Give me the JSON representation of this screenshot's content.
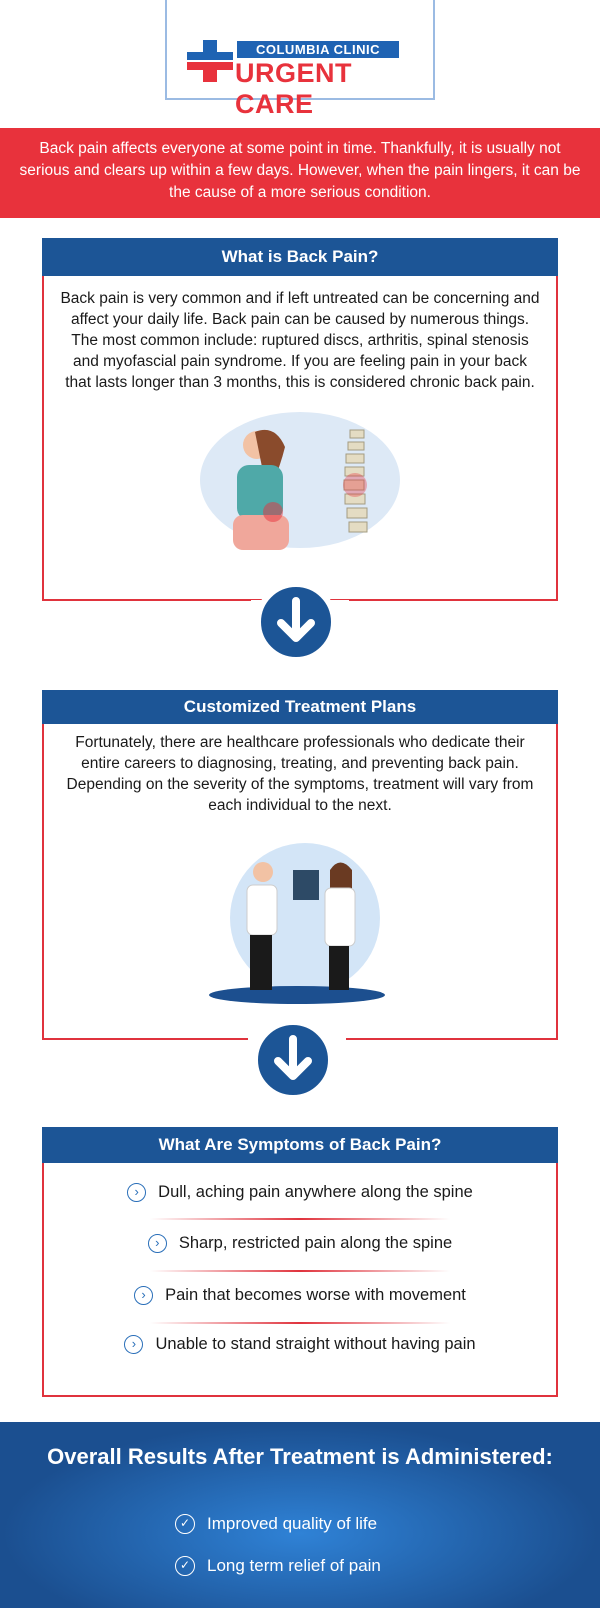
{
  "logo": {
    "line1": "COLUMBIA CLINIC",
    "line2": "URGENT CARE"
  },
  "intro": "Back pain affects everyone at some point in time. Thankfully, it is usually not serious and clears up within a few days. However, when the pain lingers, it can be the cause of a more serious condition.",
  "sections": [
    {
      "title": "What is Back Pain?",
      "body": "Back pain is very common and if left untreated can be concerning and affect your daily life. Back pain can be caused by numerous things. The most common include: ruptured discs, arthritis, spinal stenosis and myofascial pain syndrome. If you are feeling pain in your back that lasts longer than 3 months, this is considered chronic back pain."
    },
    {
      "title": "Customized Treatment Plans",
      "body": "Fortunately, there are healthcare professionals who dedicate their entire careers to diagnosing, treating, and preventing back pain. Depending on the severity of the symptoms, treatment will vary from each individual to the next."
    },
    {
      "title": "What Are Symptoms of Back Pain?",
      "items": [
        "Dull, aching pain anywhere along the spine",
        "Sharp, restricted pain along the spine",
        "Pain that becomes worse with movement",
        "Unable to stand straight without having pain"
      ]
    }
  ],
  "results": {
    "title": "Overall Results After Treatment is Administered:",
    "items": [
      "Improved quality of life",
      "Long term relief of pain"
    ]
  }
}
